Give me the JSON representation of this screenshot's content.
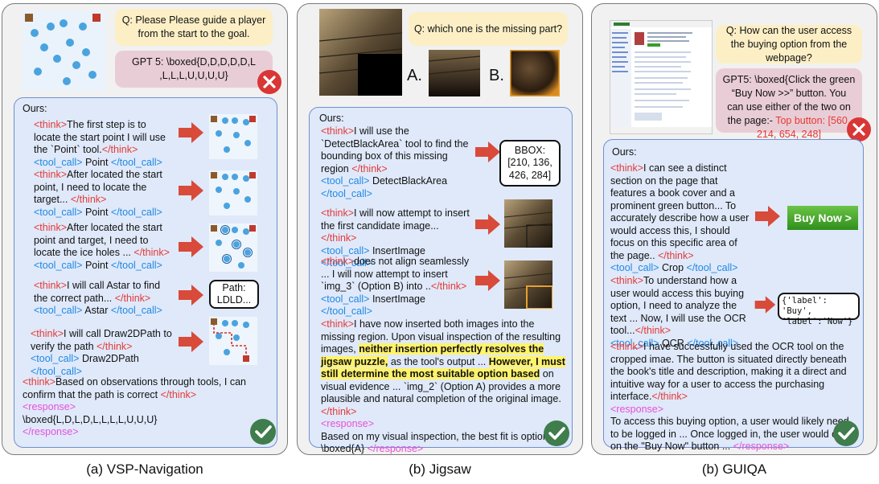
{
  "colors": {
    "think": "#e53935",
    "tool_call": "#1e88e5",
    "response": "#e84fd9",
    "arrow": "#d84a3a",
    "check": "#3f7d4c",
    "cross": "#d93636"
  },
  "vsp": {
    "question": "Q: Please Please guide a player from the start to the goal.",
    "gpt": "GPT 5: \\boxed{D,D,D,D,D,L ,L,L,L,U,U,U,U}",
    "ours_label": "Ours:",
    "steps": [
      {
        "think_open": "<think>",
        "text": "The first step is to locate the start point I will use the `Point` tool.",
        "think_close": "</think>",
        "tool_open": "<tool_call>",
        "tool": " Point ",
        "tool_close": "</tool_call>"
      },
      {
        "think_open": "<think>",
        "text": "After located the start point, I need to locate the target... ",
        "think_close": "</think>",
        "tool_open": "<tool_call>",
        "tool": " Point ",
        "tool_close": "</tool_call>"
      },
      {
        "think_open": "<think>",
        "text": "After located the start point and target, I need to locate the ice holes ... ",
        "think_close": "</think>",
        "tool_open": "<tool_call>",
        "tool": " Point ",
        "tool_close": "</tool_call>"
      },
      {
        "think_open": "<think>",
        "text": "I will call Astar to find the correct path... ",
        "think_close": "</think>",
        "tool_open": "<tool_call>",
        "tool": " Astar ",
        "tool_close": "</tool_call>"
      },
      {
        "think_open": "<think>",
        "text": "I will call Draw2DPath to verify the path ",
        "think_close": "</think>",
        "tool_open": "<tool_call>",
        "tool": " Draw2DPath ",
        "tool_close": "</tool_call>"
      }
    ],
    "path_result": "Path: LDLD...",
    "final_think_open": "<think>",
    "final_text": "Based on observations through tools, I can confirm that the path is correct ",
    "final_think_close": "</think>",
    "resp_open": "<response>",
    "answer": "\\boxed{L,D,L,D,L,L,L,L,U,U,U}",
    "resp_close": "</response>",
    "caption": "(a) VSP-Navigation"
  },
  "jigsaw": {
    "question": "Q: which one is the missing part?",
    "option_a": "A.",
    "option_b": "B.",
    "ours_label": "Ours:",
    "steps": [
      {
        "think_open": "<think>",
        "text": "I will use the `DetectBlackArea` tool to find the bounding box of this missing region ",
        "think_close": "</think>",
        "tool_open": "<tool_call>",
        "tool": " DetectBlackArea",
        "tool_close": "</tool_call>"
      },
      {
        "think_open": "<think>",
        "text": "I will now attempt to insert the first candidate image... ",
        "think_close": "</think>",
        "tool_open": "<tool_call>",
        "tool": " InsertImage ",
        "tool_close": "</tool_call>"
      },
      {
        "think_open": "<think>",
        "text": "does not align seamlessly ... I will now attempt to insert `img_3` (Option B) into ..",
        "think_close": "</think>",
        "tool_open": "<tool_call>",
        "tool": " InsertImage ",
        "tool_close": "</tool_call>"
      }
    ],
    "bbox_result": "BBOX: [210, 136, 426, 284]",
    "final_think_open": "<think>",
    "final_1": "I have now inserted both images into the missing region. Upon visual inspection of the resulting images, ",
    "final_hl1": "neither insertion perfectly resolves the jigsaw puzzle,",
    "final_2": " as the tool's output ... ",
    "final_hl2": "However, I must still determine the most suitable option based",
    "final_3": " on visual evidence ... `img_2` (Option A) provides a more plausible and natural completion of the original image.",
    "final_think_close": "</think>",
    "resp_open": "<response>",
    "answer": "Based on my visual inspection, the best fit is option A. \\boxed{A} ",
    "resp_close": "</response>",
    "caption": "(b) Jigsaw"
  },
  "guiqa": {
    "question": "Q: How can the user access the buying option from the webpage?",
    "gpt_text": "GPT5: \\boxed{Click the green “Buy Now >>” button. You can use either of the two on the page:- ",
    "gpt_red": "Top button: [560, 214, 654, 248]",
    "ours_label": "Ours:",
    "step1_think_open": "<think>",
    "step1_text": "I can see a distinct section on the page that features a book cover and a prominent green button... To accurately describe how a user would access this, I should focus on this specific area of the page.. ",
    "step1_think_close": "</think>",
    "step1_tool_open": "<tool_call>",
    "step1_tool": " Crop ",
    "step1_tool_close": "</tool_call>",
    "buy_now": "Buy Now >",
    "step2_think_open": "<think>",
    "step2_text": "To understand how a user would access this buying option, I need to analyze the text ... Now, I will use the OCR tool...",
    "step2_think_close": "</think>",
    "step2_tool_open": "<tool_call>",
    "step2_tool": " OCR ",
    "step2_tool_close": "</tool_call>",
    "ocr_line1": "{'label': 'Buy',",
    "ocr_line2": "'label':'Now'}",
    "final_think_open": "<think>",
    "final_text": "I have successfully used the OCR tool on the cropped imae. The button is situated directly beneath the book's title and description, making it a direct and intuitive way for a user to access the purchasing interface.",
    "final_think_close": "</think>",
    "resp_open": "<response>",
    "answer": " To access this buying option, a user would likely need to be logged in ... Once logged in, the user would click on the \"Buy Now\" button ... ",
    "resp_close": "</response>",
    "caption": "(b) GUIQA"
  }
}
